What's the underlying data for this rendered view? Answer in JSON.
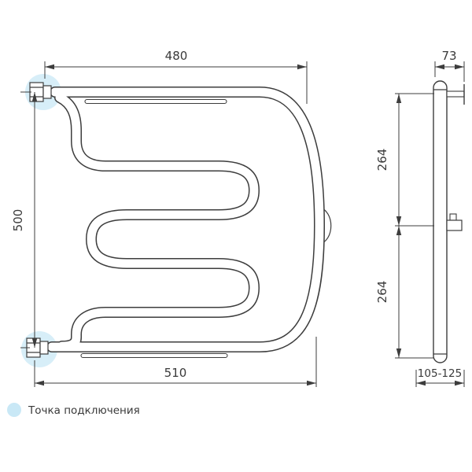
{
  "page": {
    "background": "#ffffff"
  },
  "colors": {
    "line": "#3d3d3d",
    "text": "#3a3a3a",
    "connection_highlight": "#c9e8f6"
  },
  "front_view": {
    "dim_width_top": "480",
    "dim_height_left": "500",
    "dim_width_bottom": "510"
  },
  "side_view": {
    "dim_depth_top": "73",
    "dim_span_upper": "264",
    "dim_span_lower": "264",
    "dim_wall_distance_bottom": "105-125"
  },
  "legend": {
    "connection_point_label": "Точка подключения"
  }
}
